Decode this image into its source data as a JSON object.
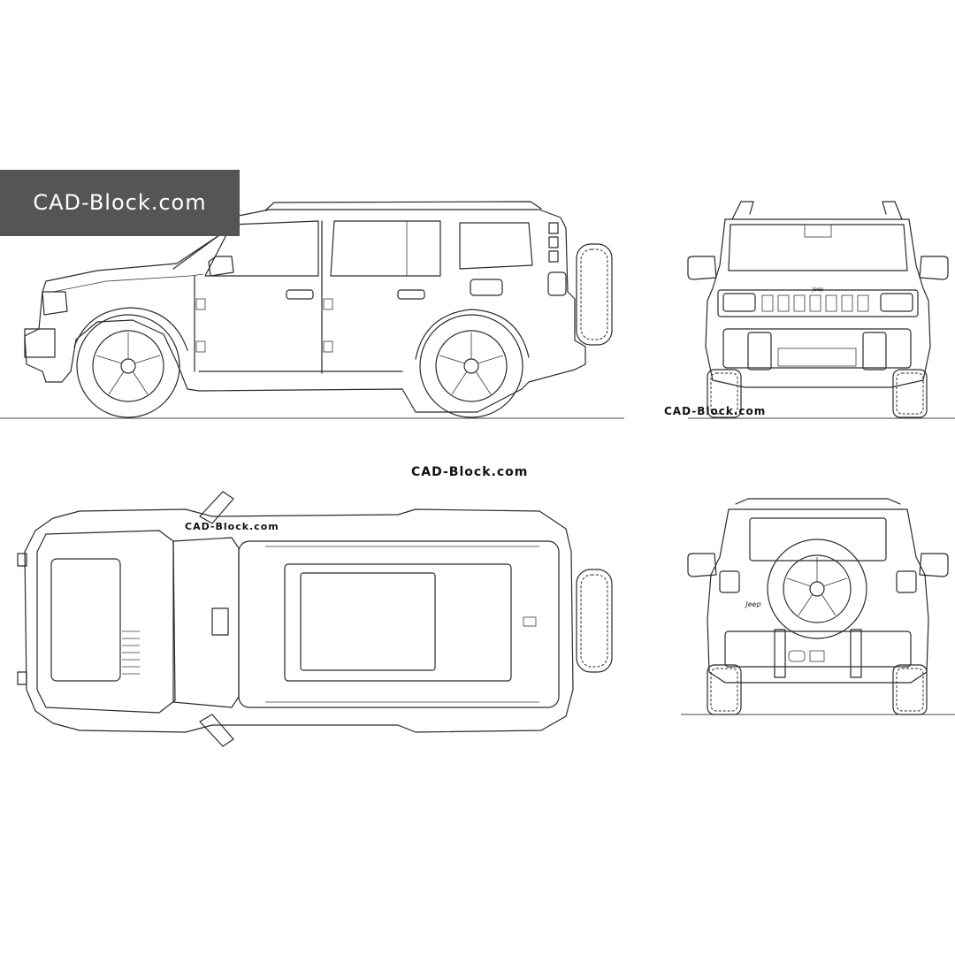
{
  "banner": {
    "text": "CAD-Block.com",
    "background": "#555555",
    "color": "#ffffff"
  },
  "watermarks": {
    "front": "CAD-Block.com",
    "middle": "CAD-Block.com",
    "top": "CAD-Block.com"
  },
  "vehicle_badges": {
    "front_grille": "Jeep",
    "rear_tailgate": "Jeep"
  },
  "views": {
    "side": {
      "icon": "side-view-vehicle-icon"
    },
    "front": {
      "icon": "front-view-vehicle-icon"
    },
    "top": {
      "icon": "top-view-vehicle-icon"
    },
    "rear": {
      "icon": "rear-view-vehicle-icon"
    }
  },
  "colors": {
    "line": "#2a2a2a",
    "background": "#ffffff"
  }
}
